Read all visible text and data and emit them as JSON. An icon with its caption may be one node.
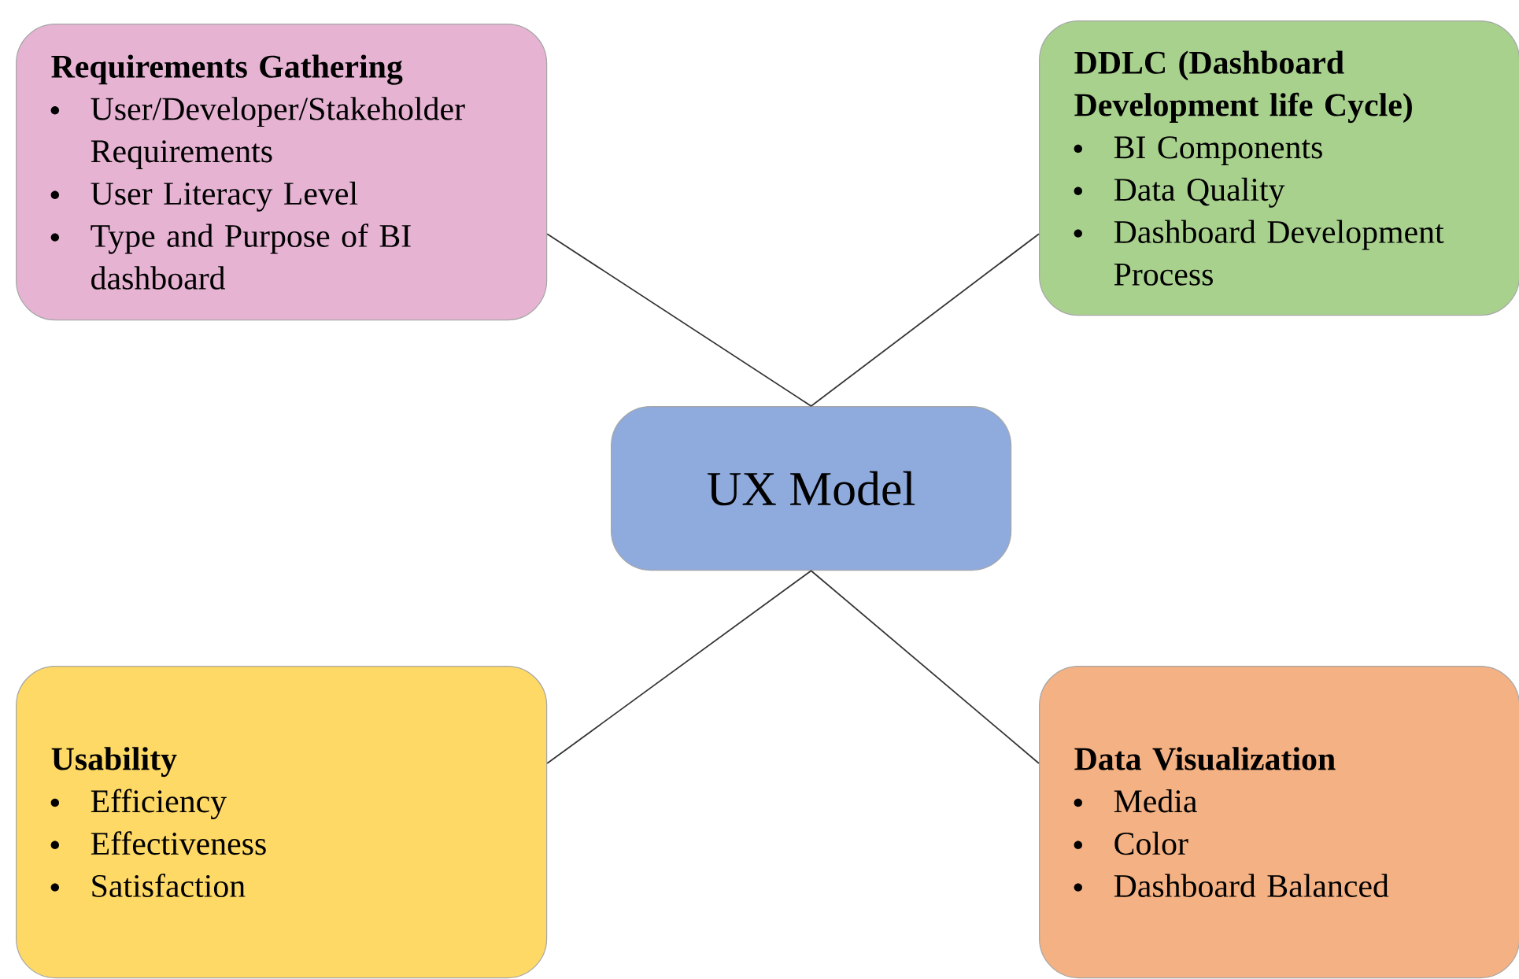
{
  "diagram": {
    "nodes": [
      {
        "text": [
          "Requirements Gathering",
          "User/Developer/Stakeholder Requirements",
          "User Literacy Level",
          "Type and Purpose of BI dashboard"
        ]
      },
      {
        "text": [
          "DDLC (Dashboard Development life Cycle)",
          "BI Components",
          "Data Quality",
          "Dashboard Development Process"
        ]
      },
      {
        "text": [
          "UX Model"
        ]
      },
      {
        "text": [
          "Usability",
          "Efficiency",
          "Effectiveness",
          "Satisfaction"
        ]
      },
      {
        "text": [
          "Data Visualization",
          "Media",
          "Color",
          "Dashboard Balanced"
        ]
      }
    ],
    "edges": [
      {
        "from": 2,
        "to": 0,
        "arrow": "none"
      },
      {
        "from": 2,
        "to": 1,
        "arrow": "none"
      },
      {
        "from": 2,
        "to": 3,
        "arrow": "none"
      },
      {
        "from": 2,
        "to": 4,
        "arrow": "none"
      }
    ]
  }
}
